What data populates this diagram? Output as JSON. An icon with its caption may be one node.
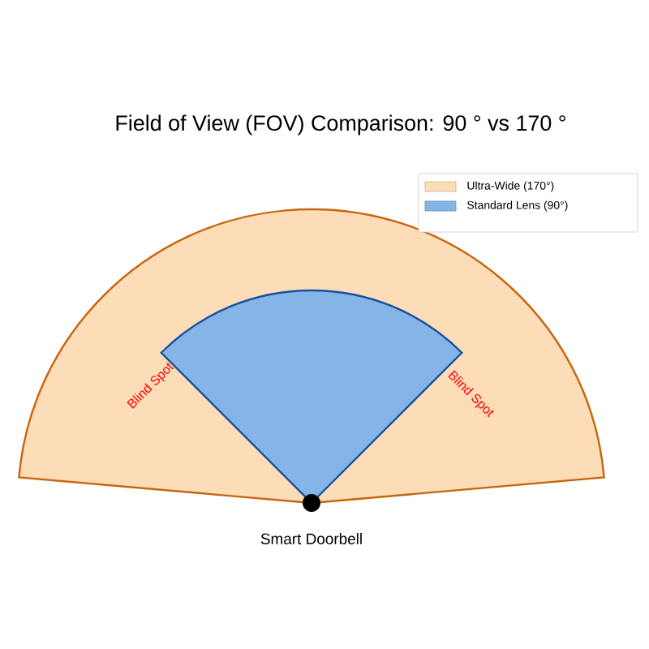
{
  "diagram": {
    "title": "Field of View (FOV) Comparison: 90 ° vs 170 °",
    "labels": [
      "Blind Spot",
      "Blind Spot",
      "Smart Doorbell"
    ],
    "legend": [
      {
        "text": "Ultra-Wide (170°)",
        "color": "#fddcb8"
      },
      {
        "text": "Standard Lens (90°)",
        "color": "#85b5e6"
      }
    ]
  }
}
